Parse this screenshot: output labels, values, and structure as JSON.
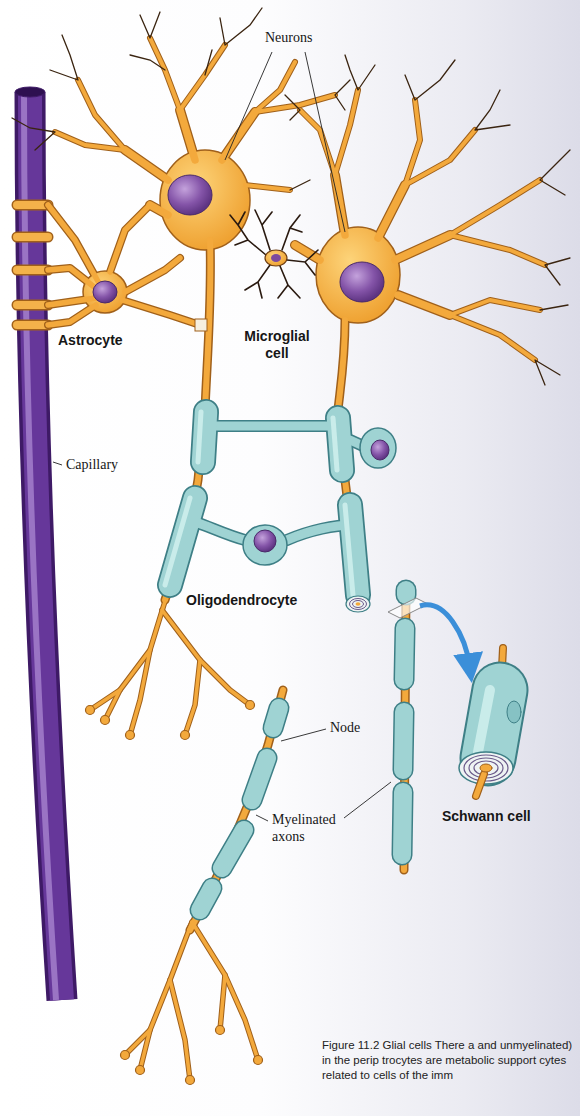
{
  "diagram": {
    "caption": "Figure 11.2 Glial cells There a and unmyelinated) in the perip trocytes are metabolic support cytes related to cells of the imm",
    "labels": [
      "Neurons",
      "Astrocyte",
      "Microglial cell",
      "Capillary",
      "Oligodendrocyte",
      "Node",
      "Myelinated axons",
      "Schwann cell"
    ]
  }
}
